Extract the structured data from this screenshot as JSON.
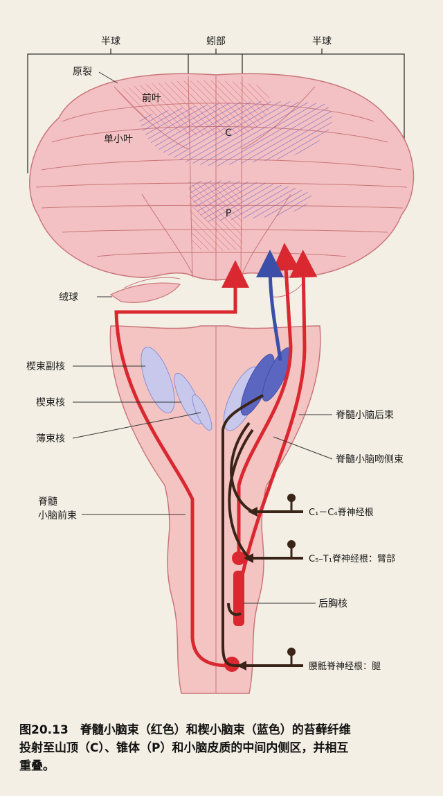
{
  "labels": {
    "hemisphere_left": "半球",
    "vermis": "蚓部",
    "hemisphere_right": "半球",
    "primary_fissure": "原裂",
    "anterior_lobe": "前叶",
    "simple_lobule": "单小叶",
    "culmen": "C",
    "pyramis": "P",
    "flocculus": "绒球",
    "accessory_cuneate": "楔束副核",
    "cuneate": "楔束核",
    "gracile": "薄束核",
    "ventral_sc_1": "脊髓",
    "ventral_sc_2": "小脑前束",
    "dorsal_sc": "脊髓小脑后束",
    "rostral_sc": "脊髓小脑吻侧束",
    "root_c1_c4": "C₁－C₄脊神经根",
    "root_c5_t1": "C₅–T₁脊神经根：臂部",
    "clarke": "后胸核",
    "root_lumbosacral": "腰骶脊神经根：腿"
  },
  "caption": {
    "line1": "图20.13　脊髓小脑束（红色）和楔小脑束（蓝色）的苔藓纤维",
    "line2": "投射至山顶（C）、锥体（P）和小脑皮质的中间内侧区，并相互",
    "line3": "重叠。"
  },
  "colors": {
    "tissue": "#f3c1c3",
    "tissue_stroke": "#c97579",
    "red_tract": "#d9282f",
    "blue_tract": "#3b4fa8",
    "dark_fiber": "#3a2418",
    "hatch": "#7a6cc4"
  }
}
